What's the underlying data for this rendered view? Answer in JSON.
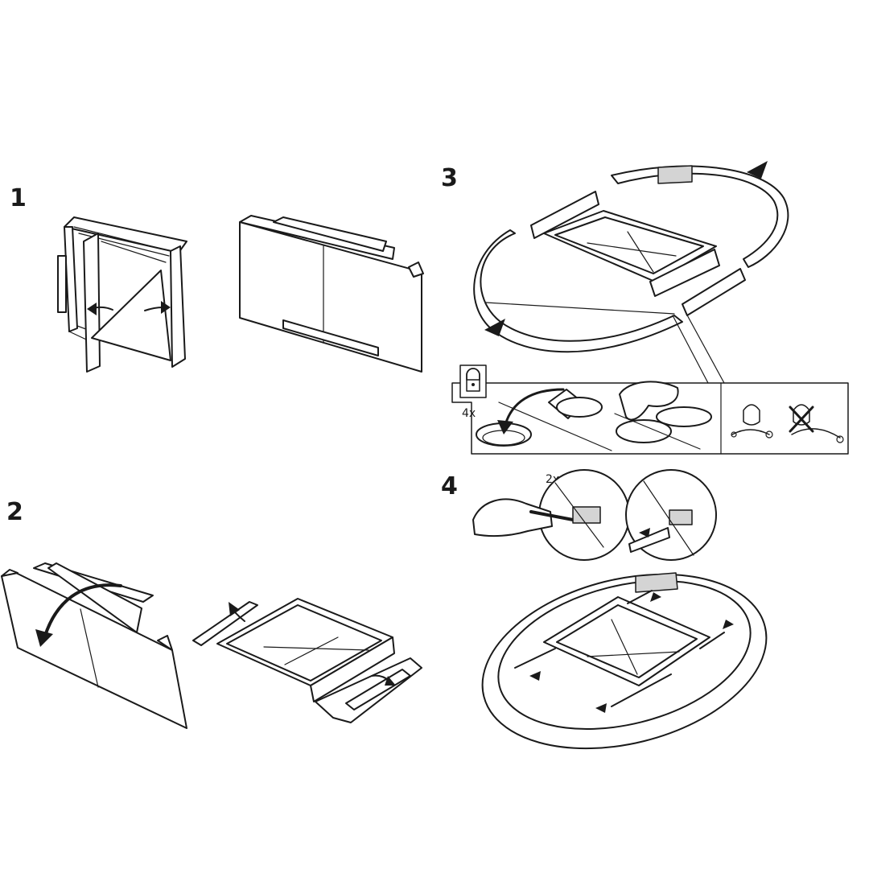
{
  "steps": [
    {
      "number": "1"
    },
    {
      "number": "2"
    },
    {
      "number": "3"
    },
    {
      "number": "4"
    }
  ],
  "callouts": {
    "step3_quantity": "4x",
    "step4_quantity": "2x"
  },
  "icons": [
    "padlock-icon",
    "checkmark-finger-icon",
    "crossed-out-finger-icon"
  ]
}
